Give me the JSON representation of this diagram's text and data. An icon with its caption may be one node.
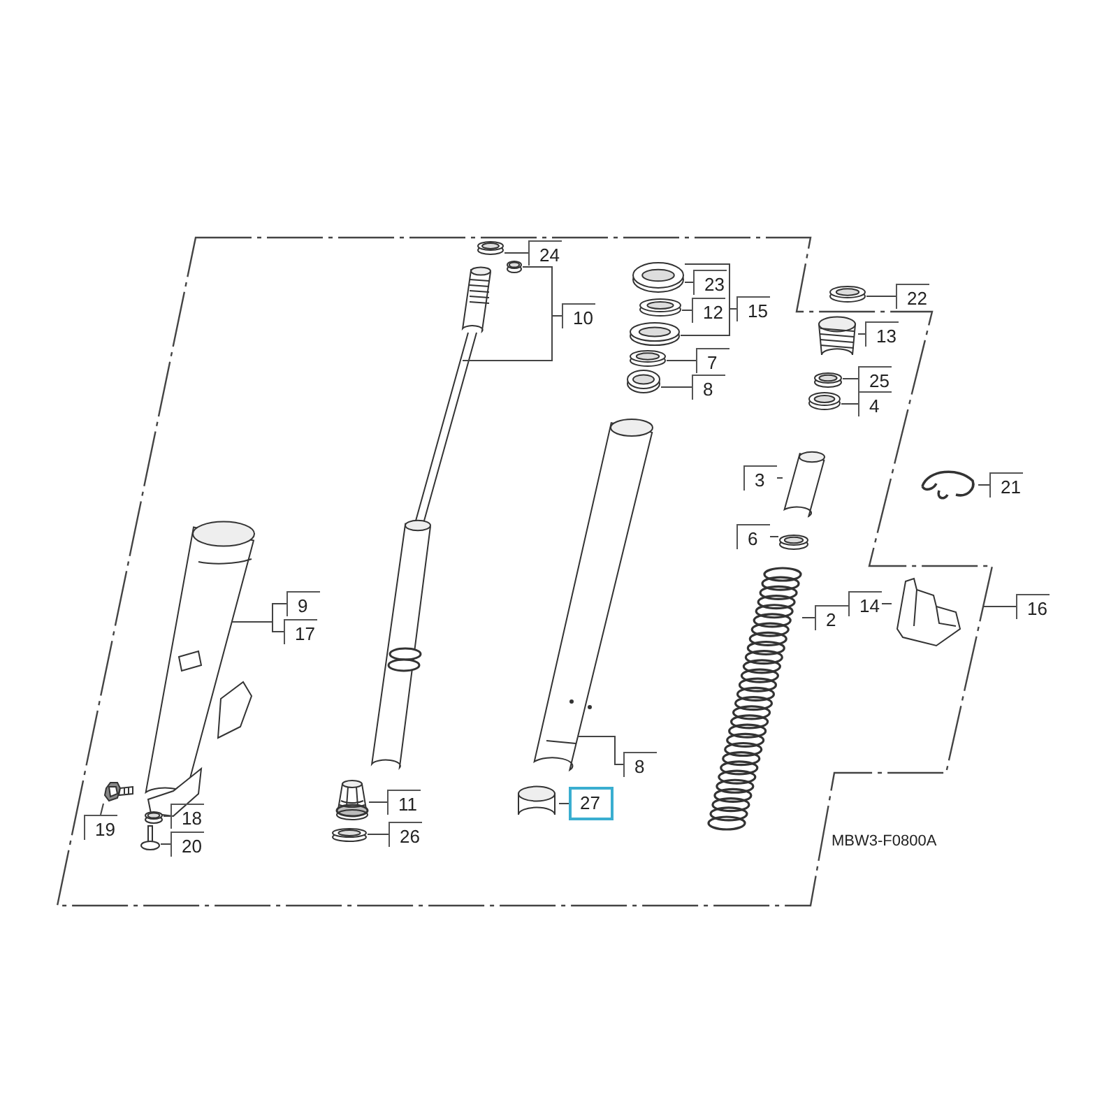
{
  "diagram": {
    "nodes": [
      {
        "text": [
          "24"
        ]
      },
      {
        "text": [],
        "shape": "circle"
      },
      {
        "text": [
          "10"
        ]
      },
      {
        "text": [],
        "shape": "circle"
      },
      {
        "text": [],
        "shape": "picture"
      },
      {
        "text": [
          "23"
        ]
      },
      {
        "text": [],
        "shape": "circle"
      },
      {
        "text": [
          "12"
        ]
      },
      {
        "text": [],
        "shape": "circle"
      },
      {
        "text": [
          "15"
        ]
      },
      {
        "text": [],
        "shape": "circle"
      },
      {
        "text": [
          "7"
        ]
      },
      {
        "text": [],
        "shape": "circle"
      },
      {
        "text": [
          "8"
        ]
      },
      {
        "text": [],
        "shape": "circle"
      },
      {
        "text": [
          "22"
        ]
      },
      {
        "text": [],
        "shape": "circle"
      },
      {
        "text": [
          "13"
        ]
      },
      {
        "text": [],
        "shape": "picture"
      },
      {
        "text": [
          "25"
        ]
      },
      {
        "text": [],
        "shape": "circle"
      },
      {
        "text": [
          "4"
        ]
      },
      {
        "text": [],
        "shape": "circle"
      },
      {
        "text": [
          "21"
        ]
      },
      {
        "text": [],
        "shape": "picture"
      },
      {
        "text": [
          "3"
        ]
      },
      {
        "text": [],
        "shape": "picture"
      },
      {
        "text": [
          "6"
        ]
      },
      {
        "text": [],
        "shape": "circle"
      },
      {
        "text": [
          "2"
        ]
      },
      {
        "text": [],
        "shape": "picture"
      },
      {
        "text": [
          "14"
        ]
      },
      {
        "text": [],
        "shape": "picture"
      },
      {
        "text": [
          "16"
        ]
      },
      {
        "text": [
          "9"
        ]
      },
      {
        "text": [
          "17"
        ]
      },
      {
        "text": [],
        "shape": "picture"
      },
      {
        "text": [
          "19"
        ]
      },
      {
        "text": [],
        "shape": "picture"
      },
      {
        "text": [
          "18"
        ]
      },
      {
        "text": [],
        "shape": "circle"
      },
      {
        "text": [
          "20"
        ]
      },
      {
        "text": [],
        "shape": "picture"
      },
      {
        "text": [
          "11"
        ]
      },
      {
        "text": [],
        "shape": "picture"
      },
      {
        "text": [
          "26"
        ]
      },
      {
        "text": [],
        "shape": "circle"
      },
      {
        "text": [
          "8"
        ]
      },
      {
        "text": [],
        "shape": "picture"
      },
      {
        "text": [
          "27"
        ]
      },
      {
        "text": [],
        "shape": "picture"
      }
    ],
    "edges": [
      {
        "from": 0,
        "to": 1,
        "arrow": "none"
      },
      {
        "from": 2,
        "to": 3,
        "arrow": "none"
      },
      {
        "from": 2,
        "to": 4,
        "arrow": "none"
      },
      {
        "from": 5,
        "to": 6,
        "arrow": "none"
      },
      {
        "from": 7,
        "to": 8,
        "arrow": "none"
      },
      {
        "from": 9,
        "to": 6,
        "arrow": "none"
      },
      {
        "from": 9,
        "to": 10,
        "arrow": "none"
      },
      {
        "from": 11,
        "to": 12,
        "arrow": "none"
      },
      {
        "from": 13,
        "to": 14,
        "arrow": "none"
      },
      {
        "from": 15,
        "to": 16,
        "arrow": "none"
      },
      {
        "from": 17,
        "to": 18,
        "arrow": "none"
      },
      {
        "from": 19,
        "to": 20,
        "arrow": "none"
      },
      {
        "from": 21,
        "to": 22,
        "arrow": "none"
      },
      {
        "from": 23,
        "to": 24,
        "arrow": "none"
      },
      {
        "from": 25,
        "to": 26,
        "arrow": "none"
      },
      {
        "from": 27,
        "to": 28,
        "arrow": "none"
      },
      {
        "from": 29,
        "to": 30,
        "arrow": "none"
      },
      {
        "from": 31,
        "to": 32,
        "arrow": "none"
      },
      {
        "from": 33,
        "to": null,
        "arrow": "none"
      },
      {
        "from": 34,
        "to": 36,
        "arrow": "none"
      },
      {
        "from": 35,
        "to": 36,
        "arrow": "none"
      },
      {
        "from": 37,
        "to": 38,
        "arrow": "none"
      },
      {
        "from": 39,
        "to": 40,
        "arrow": "none"
      },
      {
        "from": 41,
        "to": 42,
        "arrow": "none"
      },
      {
        "from": 43,
        "to": 44,
        "arrow": "none"
      },
      {
        "from": 45,
        "to": 46,
        "arrow": "none"
      },
      {
        "from": 47,
        "to": 48,
        "arrow": "none"
      },
      {
        "from": 49,
        "to": 50,
        "arrow": "none"
      }
    ],
    "labels": [
      "MBW3-F0800A"
    ]
  }
}
